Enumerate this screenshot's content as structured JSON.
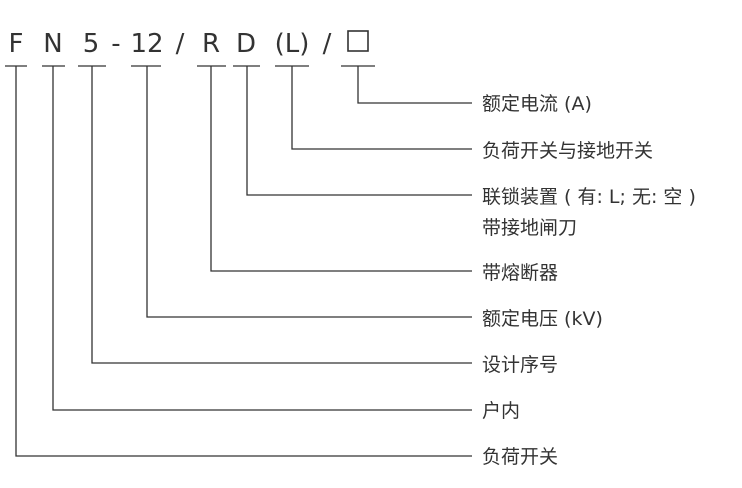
{
  "code": {
    "segments": [
      {
        "id": "f",
        "text": "F"
      },
      {
        "id": "n",
        "text": "N"
      },
      {
        "id": "d5",
        "text": "5"
      },
      {
        "id": "dash",
        "text": "-"
      },
      {
        "id": "d12",
        "text": "12"
      },
      {
        "id": "slash1",
        "text": "/"
      },
      {
        "id": "r",
        "text": "R"
      },
      {
        "id": "d",
        "text": "D"
      },
      {
        "id": "l",
        "text": "(L)"
      },
      {
        "id": "slash2",
        "text": "/"
      },
      {
        "id": "box",
        "text": "□"
      }
    ]
  },
  "labels": {
    "rated_current": "额定电流 (A)",
    "load_switch_earthing": "负荷开关与接地开关",
    "interlock_line1": "联锁装置 ( 有:  L;   无:  空 )",
    "interlock_line2": "带接地闸刀",
    "fuse": "带熔断器",
    "rated_voltage": "额定电压 (kV)",
    "design_number": "设计序号",
    "indoor": "户内",
    "load_switch": "负荷开关"
  }
}
